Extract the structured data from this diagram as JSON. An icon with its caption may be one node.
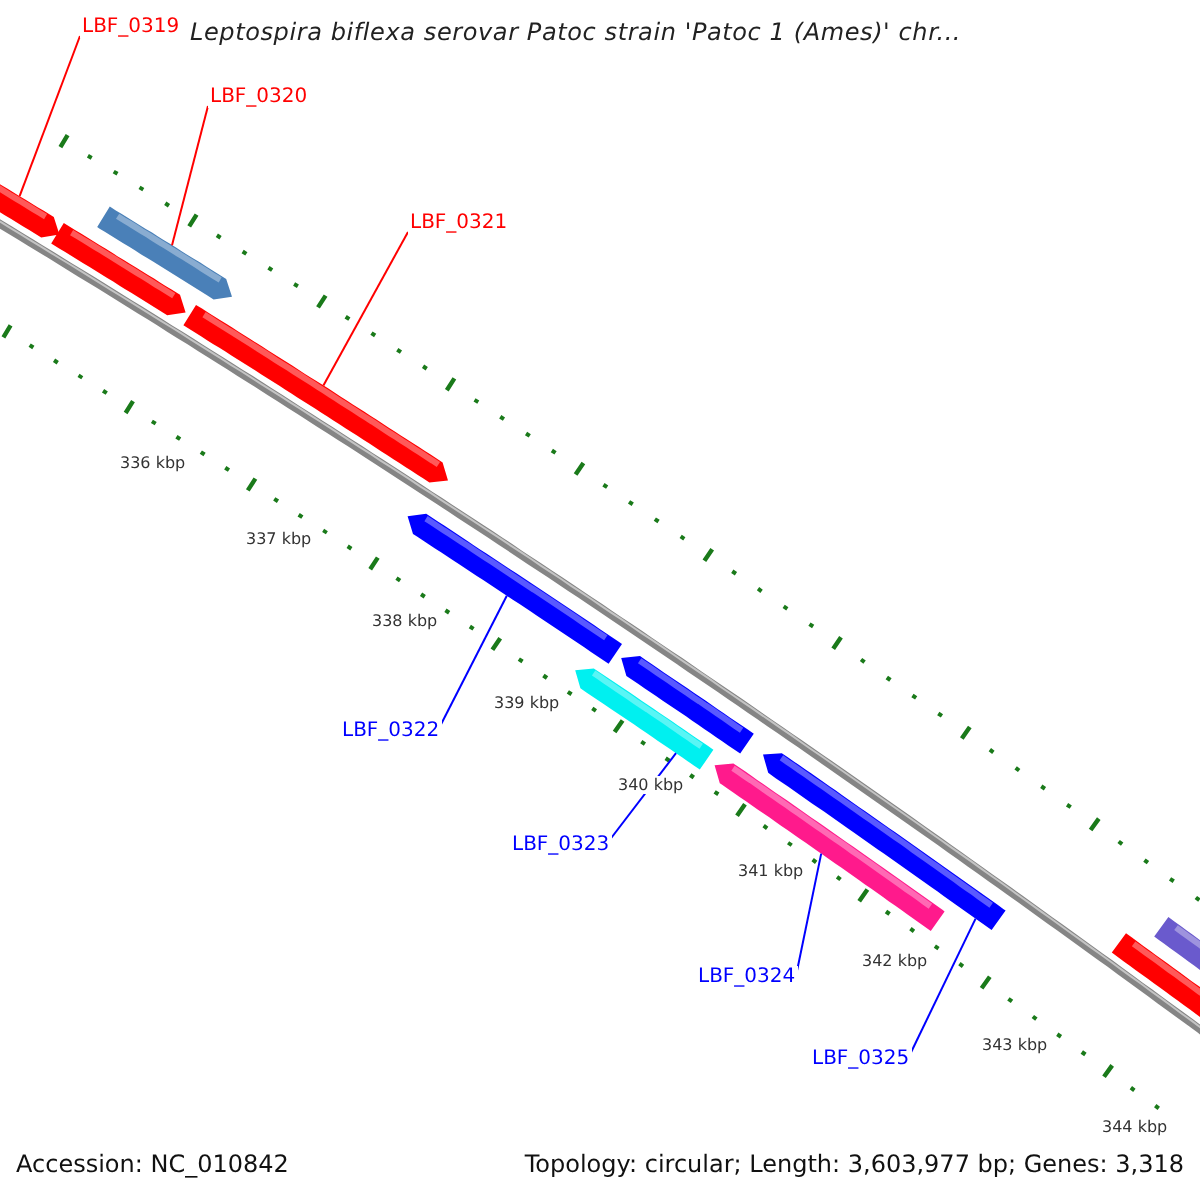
{
  "diagram": {
    "title": "Leptospira biflexa serovar Patoc strain 'Patoc 1 (Ames)' chr...",
    "nodes": [
      {
        "text": [
          "LBF_0319"
        ]
      },
      {
        "text": [
          "LBF_0320"
        ]
      },
      {
        "text": [
          "LBF_0321"
        ]
      },
      {
        "text": [
          "LBF_0322"
        ]
      },
      {
        "text": [
          "LBF_0323"
        ]
      },
      {
        "text": [
          "LBF_0324"
        ]
      },
      {
        "text": [
          "LBF_0325"
        ]
      },
      {
        "text": [],
        "shape": "bar"
      },
      {
        "text": [],
        "shape": "bar"
      },
      {
        "text": [],
        "shape": "bar"
      },
      {
        "text": [],
        "shape": "bar"
      },
      {
        "text": [],
        "shape": "bar"
      },
      {
        "text": [],
        "shape": "bar"
      },
      {
        "text": [],
        "shape": "bar"
      },
      {
        "text": [],
        "shape": "bar"
      },
      {
        "text": [],
        "shape": "bar"
      },
      {
        "text": [],
        "shape": "bar"
      },
      {
        "text": [],
        "shape": "bar"
      }
    ],
    "edges": [
      {
        "from": 0,
        "to": 7,
        "arrow": "none",
        "color": "#ff0000"
      },
      {
        "from": 1,
        "to": 9,
        "arrow": "none",
        "color": "#ff0000"
      },
      {
        "from": 2,
        "to": 10,
        "arrow": "none",
        "color": "#ff0000"
      },
      {
        "from": 3,
        "to": 11,
        "arrow": "none"
      },
      {
        "from": 4,
        "to": 12,
        "arrow": "none"
      },
      {
        "from": 5,
        "to": 14,
        "arrow": "none"
      },
      {
        "from": 6,
        "to": 15,
        "arrow": "none"
      }
    ],
    "labels": [
      "336 kbp",
      "337 kbp",
      "338 kbp",
      "339 kbp",
      "340 kbp",
      "341 kbp",
      "342 kbp",
      "343 kbp",
      "344 kbp",
      "Accession: NC_010842",
      "Topology: circular; Length: 3,603,977 bp; Genes: 3,318"
    ]
  }
}
